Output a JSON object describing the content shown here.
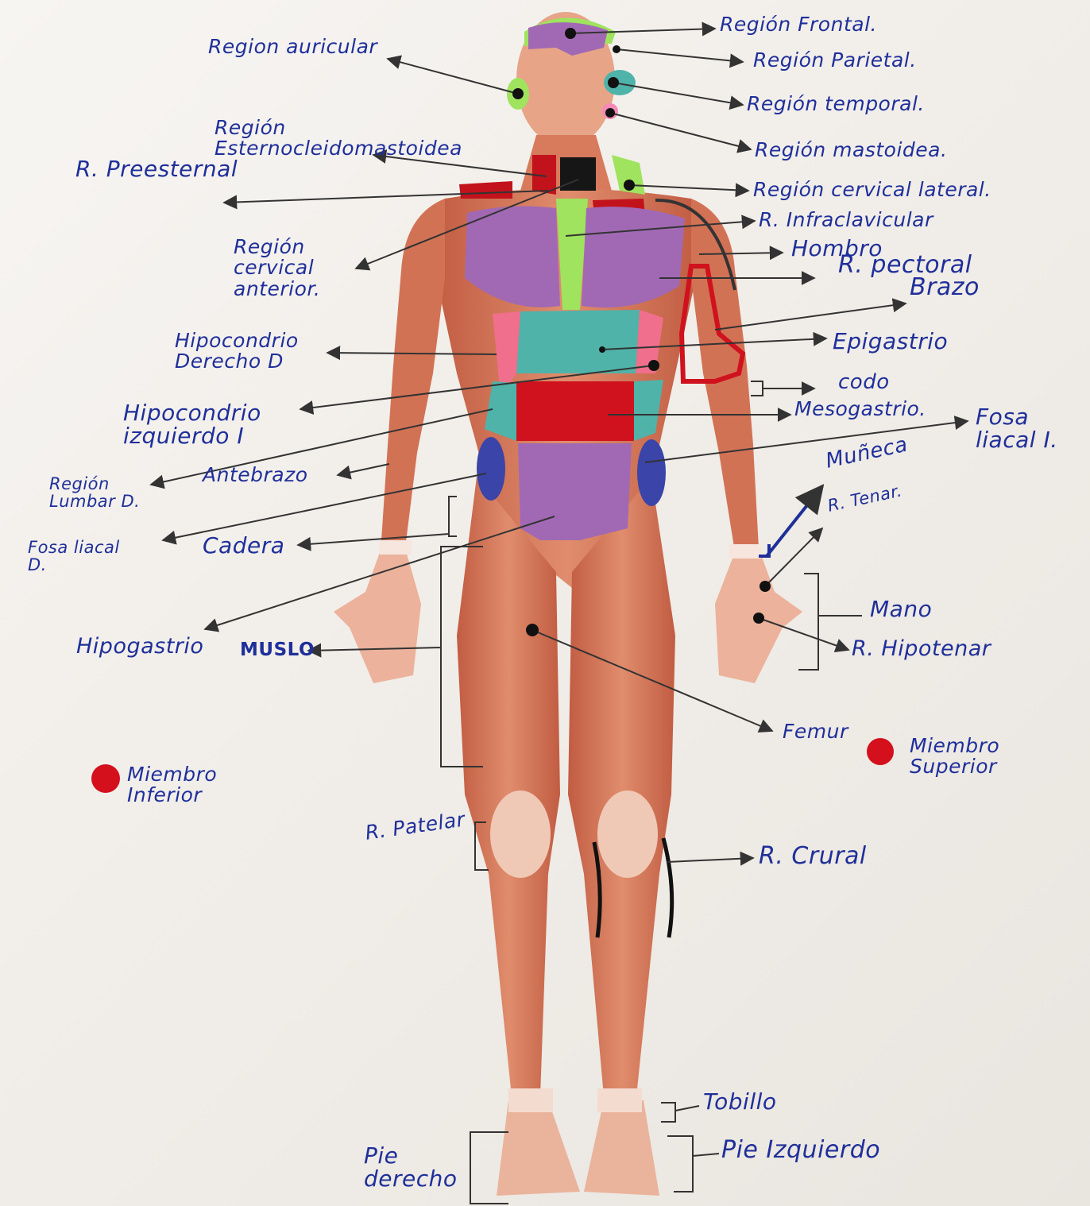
{
  "diagram": {
    "labels": {
      "frontal": "Región Frontal.",
      "parietal": "Región Parietal.",
      "auricular": "Region auricular",
      "temporal": "Región temporal.",
      "mastoidea": "Región mastoidea.",
      "esterno": "Región Esternocleidomastoidea",
      "preesternal": "R. Preesternal",
      "cervical_lateral": "Región cervical lateral.",
      "infraclavicular": "R. Infraclavicular",
      "cervical_anterior": "Región cervical anterior.",
      "hombro": "Hombro",
      "pectoral": "R. pectoral",
      "brazo": "Brazo",
      "hipocondrio_derecho": "Hipocondrio Derecho D",
      "epigastrio": "Epigastrio",
      "codo": "codo",
      "hipocondrio_izquierdo": "Hipocondrio izquierdo I",
      "mesogastrio": "Mesogastrio.",
      "fosa_iliaca_i": "Fosa liacal I.",
      "region_lumbar": "Región Lumbar D.",
      "antebrazo": "Antebrazo",
      "muneca": "Muñeca",
      "tenar": "R. Tenar.",
      "fosa_iliaca_d": "Fosa liacal D.",
      "cadera": "Cadera",
      "mano": "Mano",
      "hipogastrio": "Hipogastrio",
      "muslo": "MUSLO",
      "hipotenar": "R. Hipotenar",
      "femur": "Femur",
      "miembro_superior": "Miembro Superior",
      "miembro_inferior": "Miembro Inferior",
      "patelar": "R. Patelar",
      "crural": "R. Crural",
      "tobillo": "Tobillo",
      "pie_izquierdo": "Pie Izquierdo",
      "pie_derecho": "Pie derecho"
    },
    "colors": {
      "ink": "#1f2f9a",
      "arrow": "#333333",
      "skin": "#e8a182",
      "muscle": "#cd6a4c",
      "purple": "#a169b4",
      "teal": "#4fb3a9",
      "red": "#d0121e",
      "green": "#9fe35e",
      "legend_dot": "#d3101c"
    }
  }
}
